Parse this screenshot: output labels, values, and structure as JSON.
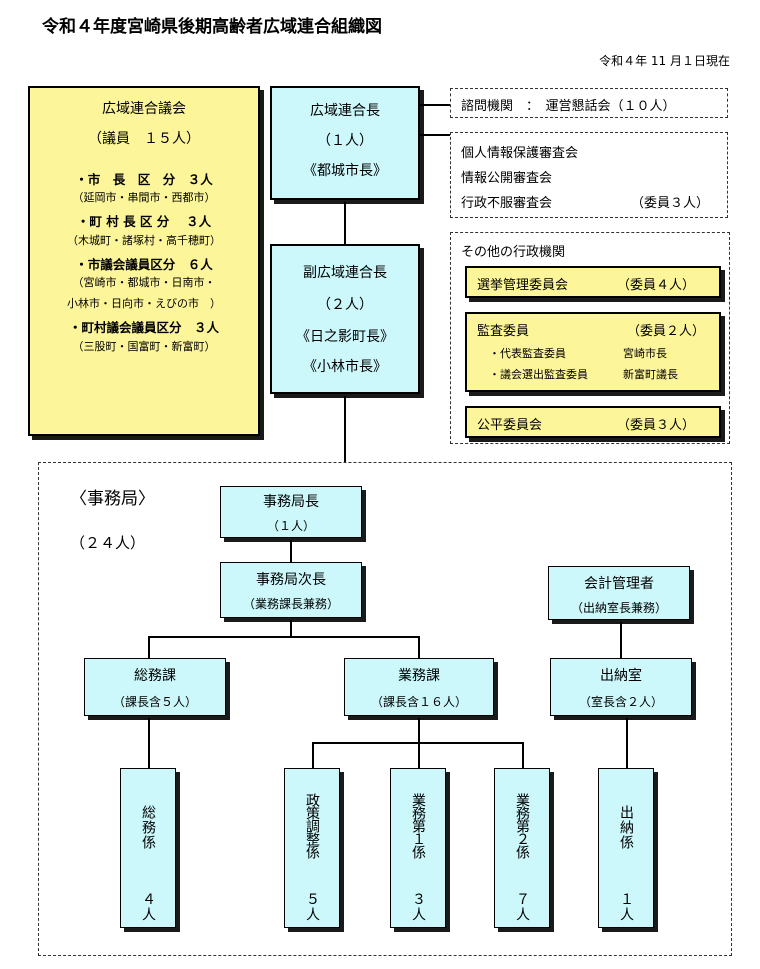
{
  "title": "令和４年度宮崎県後期高齢者広域連合組織図",
  "date": "令和４年 11 月１日現在",
  "council": {
    "name": "広域連合議会",
    "members": "（議員　１５人）",
    "groups": [
      {
        "label": "・市　長　区　分　３人",
        "members": "（延岡市・串間市・西都市）"
      },
      {
        "label": "・町 村 長 区 分　 ３人",
        "members": "（木城町・諸塚村・高千穂町）"
      },
      {
        "label": "・市議会議員区分　６人",
        "members": "（宮崎市・都城市・日南市・",
        "members2": "小林市・日向市・えびの市　）"
      },
      {
        "label": "・町村議会議員区分　３人",
        "members": "（三股町・国富町・新富町）"
      }
    ]
  },
  "head": {
    "title": "広域連合長",
    "count": "（１人）",
    "person": "《都城市長》"
  },
  "vice": {
    "title": "副広域連合長",
    "count": "（２人）",
    "person1": "《日之影町長》",
    "person2": "《小林市長》"
  },
  "advisory": {
    "label": "諮問機関　：　運営懇話会（１０人）"
  },
  "review": {
    "line1": "個人情報保護審査会",
    "line2": "情報公開審査会",
    "line3": "行政不服審査会",
    "line3_members": "（委員３人）"
  },
  "other_agencies": {
    "label": "その他の行政機関",
    "election": {
      "name": "選挙管理委員会",
      "members": "（委員４人）"
    },
    "audit": {
      "name": "監査委員",
      "members": "（委員２人）",
      "rep_label": "・代表監査委員",
      "rep_name": "宮崎市長",
      "council_label": "・議会選出監査委員",
      "council_name": "新富町議長"
    },
    "fairness": {
      "name": "公平委員会",
      "members": "（委員３人）"
    }
  },
  "secretariat": {
    "label": "〈事務局〉",
    "count": "（２４人）",
    "director": {
      "title": "事務局長",
      "count": "（１人）"
    },
    "deputy": {
      "title": "事務局次長",
      "note": "（業務課長兼務）"
    },
    "accountant": {
      "title": "会計管理者",
      "note": "（出納室長兼務）"
    },
    "general": {
      "title": "総務課",
      "note": "（課長含５人）"
    },
    "business": {
      "title": "業務課",
      "note": "（課長含１６人）"
    },
    "treasury": {
      "title": "出納室",
      "note": "（室長含２人）"
    },
    "sections": [
      {
        "name": "総務係",
        "count": "４人"
      },
      {
        "name": "政策調整係",
        "count": "５人"
      },
      {
        "name": "業務第１係",
        "count": "３人"
      },
      {
        "name": "業務第２係",
        "count": "７人"
      },
      {
        "name": "出納係",
        "count": "１人"
      }
    ]
  },
  "colors": {
    "cyan": "#ccf7fb",
    "yellow": "#fdf59a"
  }
}
